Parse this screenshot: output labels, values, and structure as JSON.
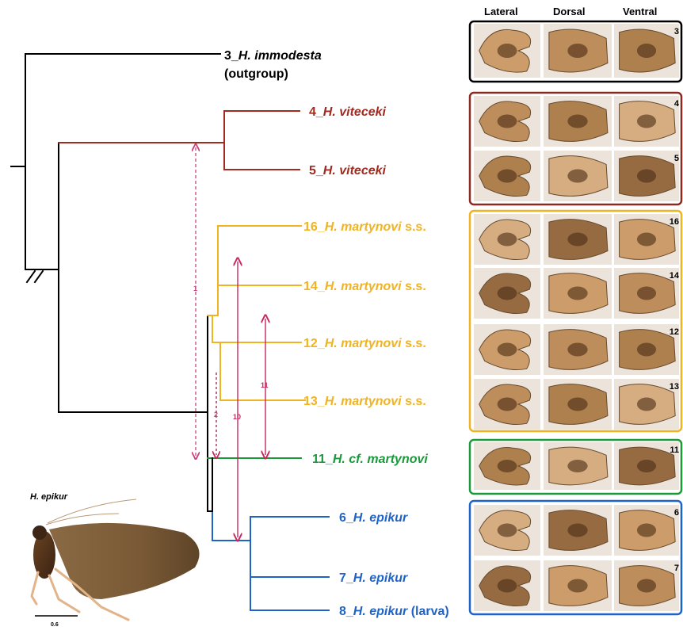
{
  "colors": {
    "black": "#000000",
    "viteceki": "#a32a1f",
    "martynovi": "#f0b323",
    "cf_martynovi": "#1a9a3a",
    "epikur": "#1e64c8",
    "arrow1": "#c9447e",
    "arrow_main": "#c8285f"
  },
  "headers": [
    "Lateral",
    "Dorsal",
    "Ventral"
  ],
  "tips": [
    {
      "prefix": "3_",
      "species": "H. immodesta",
      "suffix": "",
      "line2": "(outgroup)",
      "color": "black"
    },
    {
      "prefix": "4_",
      "species": "H. viteceki",
      "suffix": "",
      "color": "viteceki"
    },
    {
      "prefix": "5_",
      "species": "H. viteceki",
      "suffix": "",
      "color": "viteceki"
    },
    {
      "prefix": "16_",
      "species": "H. martynovi",
      "suffix": " s.s.",
      "color": "martynovi"
    },
    {
      "prefix": "14_",
      "species": "H. martynovi",
      "suffix": " s.s.",
      "color": "martynovi"
    },
    {
      "prefix": "12_",
      "species": "H. martynovi",
      "suffix": " s.s.",
      "color": "martynovi"
    },
    {
      "prefix": "13_",
      "species": "H. martynovi",
      "suffix": " s.s.",
      "color": "martynovi"
    },
    {
      "prefix": "11_",
      "species": "H. cf. martynovi",
      "suffix": "",
      "color": "cf_martynovi"
    },
    {
      "prefix": "6_",
      "species": "H. epikur",
      "suffix": "",
      "color": "epikur"
    },
    {
      "prefix": "7_",
      "species": "H. epikur",
      "suffix": "",
      "color": "epikur"
    },
    {
      "prefix": "8_",
      "species": "H. epikur",
      "suffix": " (larva)",
      "color": "epikur"
    }
  ],
  "image_row_numbers": [
    "3",
    "4",
    "5",
    "16",
    "14",
    "12",
    "13",
    "11",
    "6",
    "7"
  ],
  "arrow_labels": [
    "1",
    "2",
    "10",
    "11"
  ],
  "inset": {
    "title": "H. epikur",
    "scale": "0.6"
  }
}
